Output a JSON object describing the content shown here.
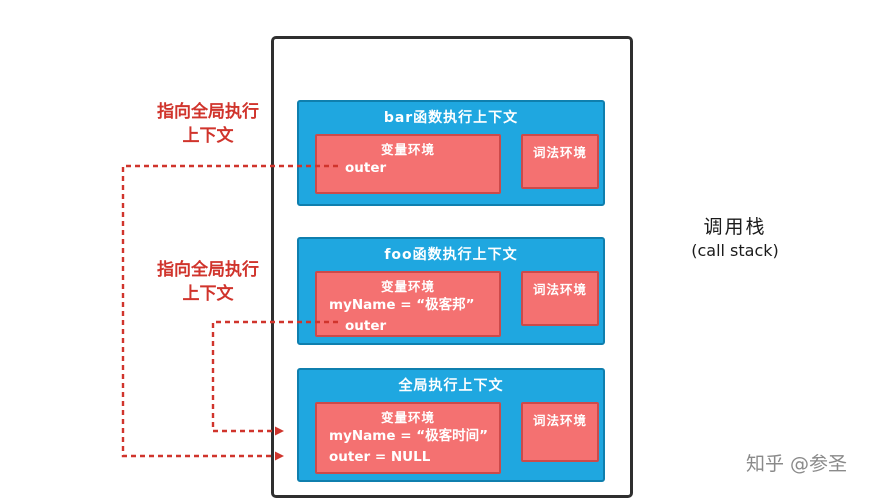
{
  "colors": {
    "context_blue": "#1fa7e0",
    "env_red": "#f47171",
    "arrow_red": "#d0342c",
    "border_black": "#2f2f2f",
    "watermark_gray": "#8a8a8a"
  },
  "stack": {
    "contexts": [
      {
        "title": "bar函数执行上下文",
        "var_env": {
          "title": "变量环境",
          "lines": [
            "outer"
          ]
        },
        "lex_env": {
          "title": "词法环境"
        }
      },
      {
        "title": "foo函数执行上下文",
        "var_env": {
          "title": "变量环境",
          "lines": [
            "myName = “极客邦”",
            "outer"
          ]
        },
        "lex_env": {
          "title": "词法环境"
        }
      },
      {
        "title": "全局执行上下文",
        "var_env": {
          "title": "变量环境",
          "lines": [
            "myName = “极客时间”",
            "outer = NULL"
          ]
        },
        "lex_env": {
          "title": "词法环境"
        }
      }
    ]
  },
  "annotations": [
    {
      "line1": "指向全局执行",
      "line2": "上下文"
    },
    {
      "line1": "指向全局执行",
      "line2": "上下文"
    }
  ],
  "labels": {
    "call_stack_cn": "调用栈",
    "call_stack_en": "(call stack)"
  },
  "watermark": "知乎 @参圣"
}
